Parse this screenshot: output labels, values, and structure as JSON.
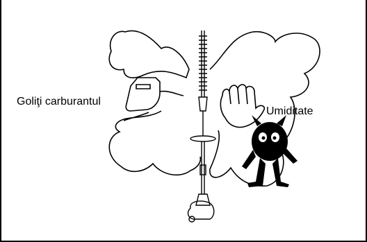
{
  "labels": {
    "empty_fuel": "Goliţi carburantul",
    "humidity": "Umiditate"
  },
  "icons": [
    "cloud-outline",
    "fuel-can-icon",
    "stop-hand-icon",
    "moisture-creature-icon",
    "hedge-trimmer-icon"
  ],
  "colors": {
    "ink": "#000000",
    "background": "#ffffff"
  }
}
